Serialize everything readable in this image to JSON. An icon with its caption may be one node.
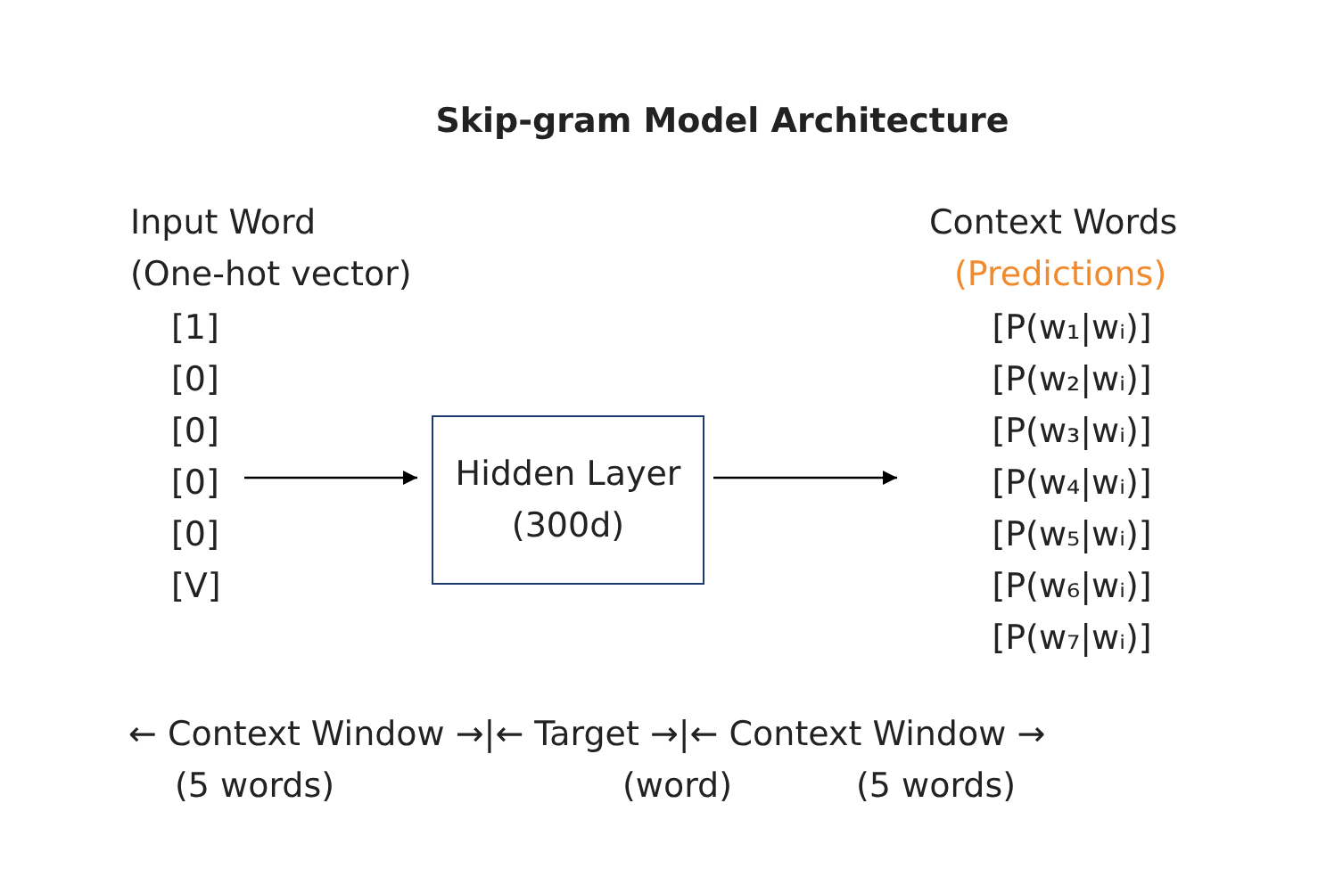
{
  "diagram": {
    "title": "Skip-gram Model Architecture",
    "nodes": [
      {
        "text": [
          "[1]",
          "[0]",
          "[0]",
          "[0]",
          "[0]",
          "[V]"
        ]
      },
      {
        "text": [
          "Hidden Layer (300d)"
        ]
      },
      {
        "text": [
          "[P(w₁|wᵢ)]",
          "[P(w₂|wᵢ)]",
          "[P(w₃|wᵢ)]",
          "[P(w₄|wᵢ)]",
          "[P(w₅|wᵢ)]",
          "[P(w₆|wᵢ)]",
          "[P(w₇|wᵢ)]"
        ]
      }
    ],
    "edges": [
      {
        "from": 0,
        "to": 1,
        "arrow": "to"
      },
      {
        "from": 1,
        "to": 2,
        "arrow": "to"
      }
    ],
    "labels": [
      "Input Word",
      "(One-hot vector)",
      "Context Words",
      "(Predictions)",
      "← Context Window →|← Target →|← Context Window →",
      "(5 words)",
      "(word)",
      "(5 words)"
    ]
  }
}
